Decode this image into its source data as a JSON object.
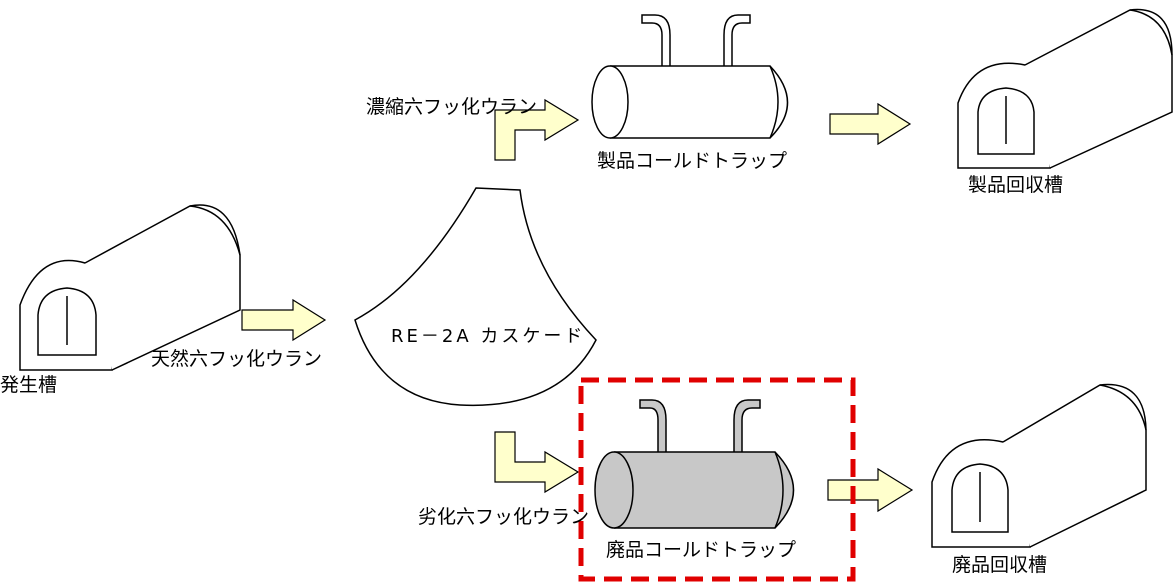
{
  "labels": {
    "enriched_uf6": "濃縮六フッ化ウラン",
    "product_cold_trap": "製品コールドトラップ",
    "product_recovery_tank": "製品回収槽",
    "generation_tank": "発生槽",
    "natural_uf6": "天然六フッ化ウラン",
    "cascade": "RE－2A カスケード",
    "depleted_uf6": "劣化六フッ化ウラン",
    "waste_cold_trap": "廃品コールドトラップ",
    "waste_recovery_tank": "廃品回収槽"
  },
  "colors": {
    "arrow_fill": "#ffffcc",
    "highlight_box": "#e00000",
    "waste_trap_fill": "#c8c8c8",
    "line": "#000000"
  }
}
